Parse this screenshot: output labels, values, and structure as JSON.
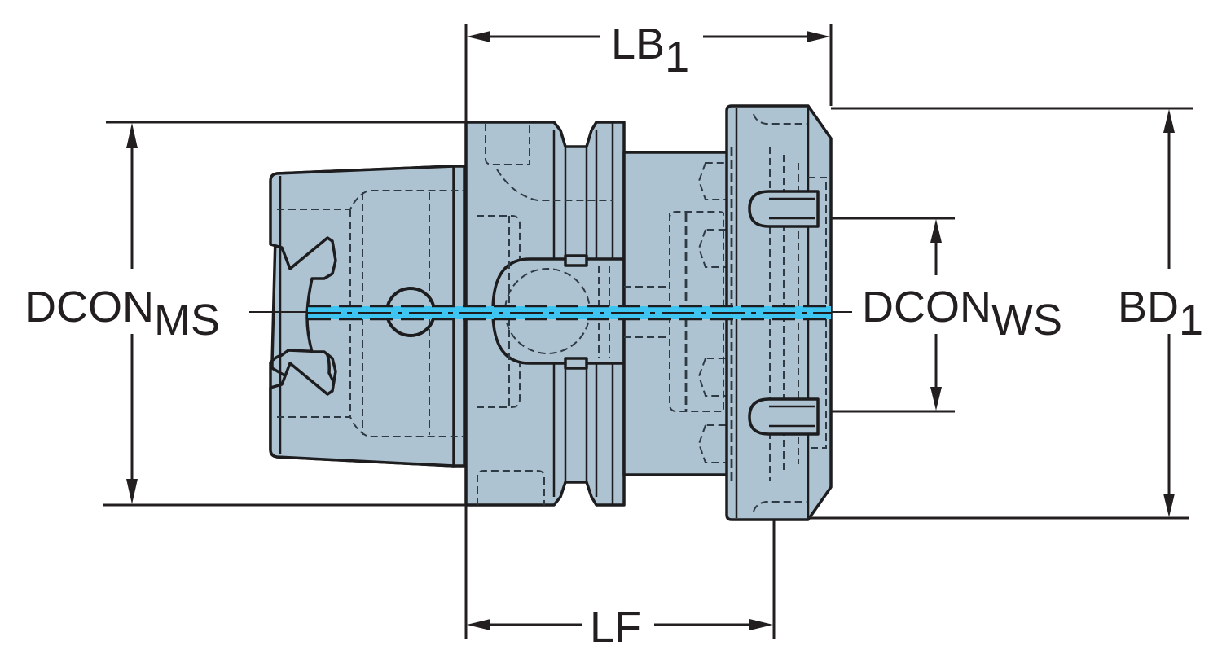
{
  "colors": {
    "body_fill": "#aec3d1",
    "outline": "#1d1d1f",
    "centerline": "#3ec4f0",
    "dimension": "#231f20",
    "background": "#ffffff"
  },
  "dimensions": {
    "lb1": {
      "main": "LB",
      "sub": "1"
    },
    "lf": {
      "main": "LF",
      "sub": ""
    },
    "dcon_ms": {
      "main": "DCON",
      "sub": "MS"
    },
    "dcon_ws": {
      "main": "DCON",
      "sub": "WS"
    },
    "bd1": {
      "main": "BD",
      "sub": "1"
    }
  }
}
